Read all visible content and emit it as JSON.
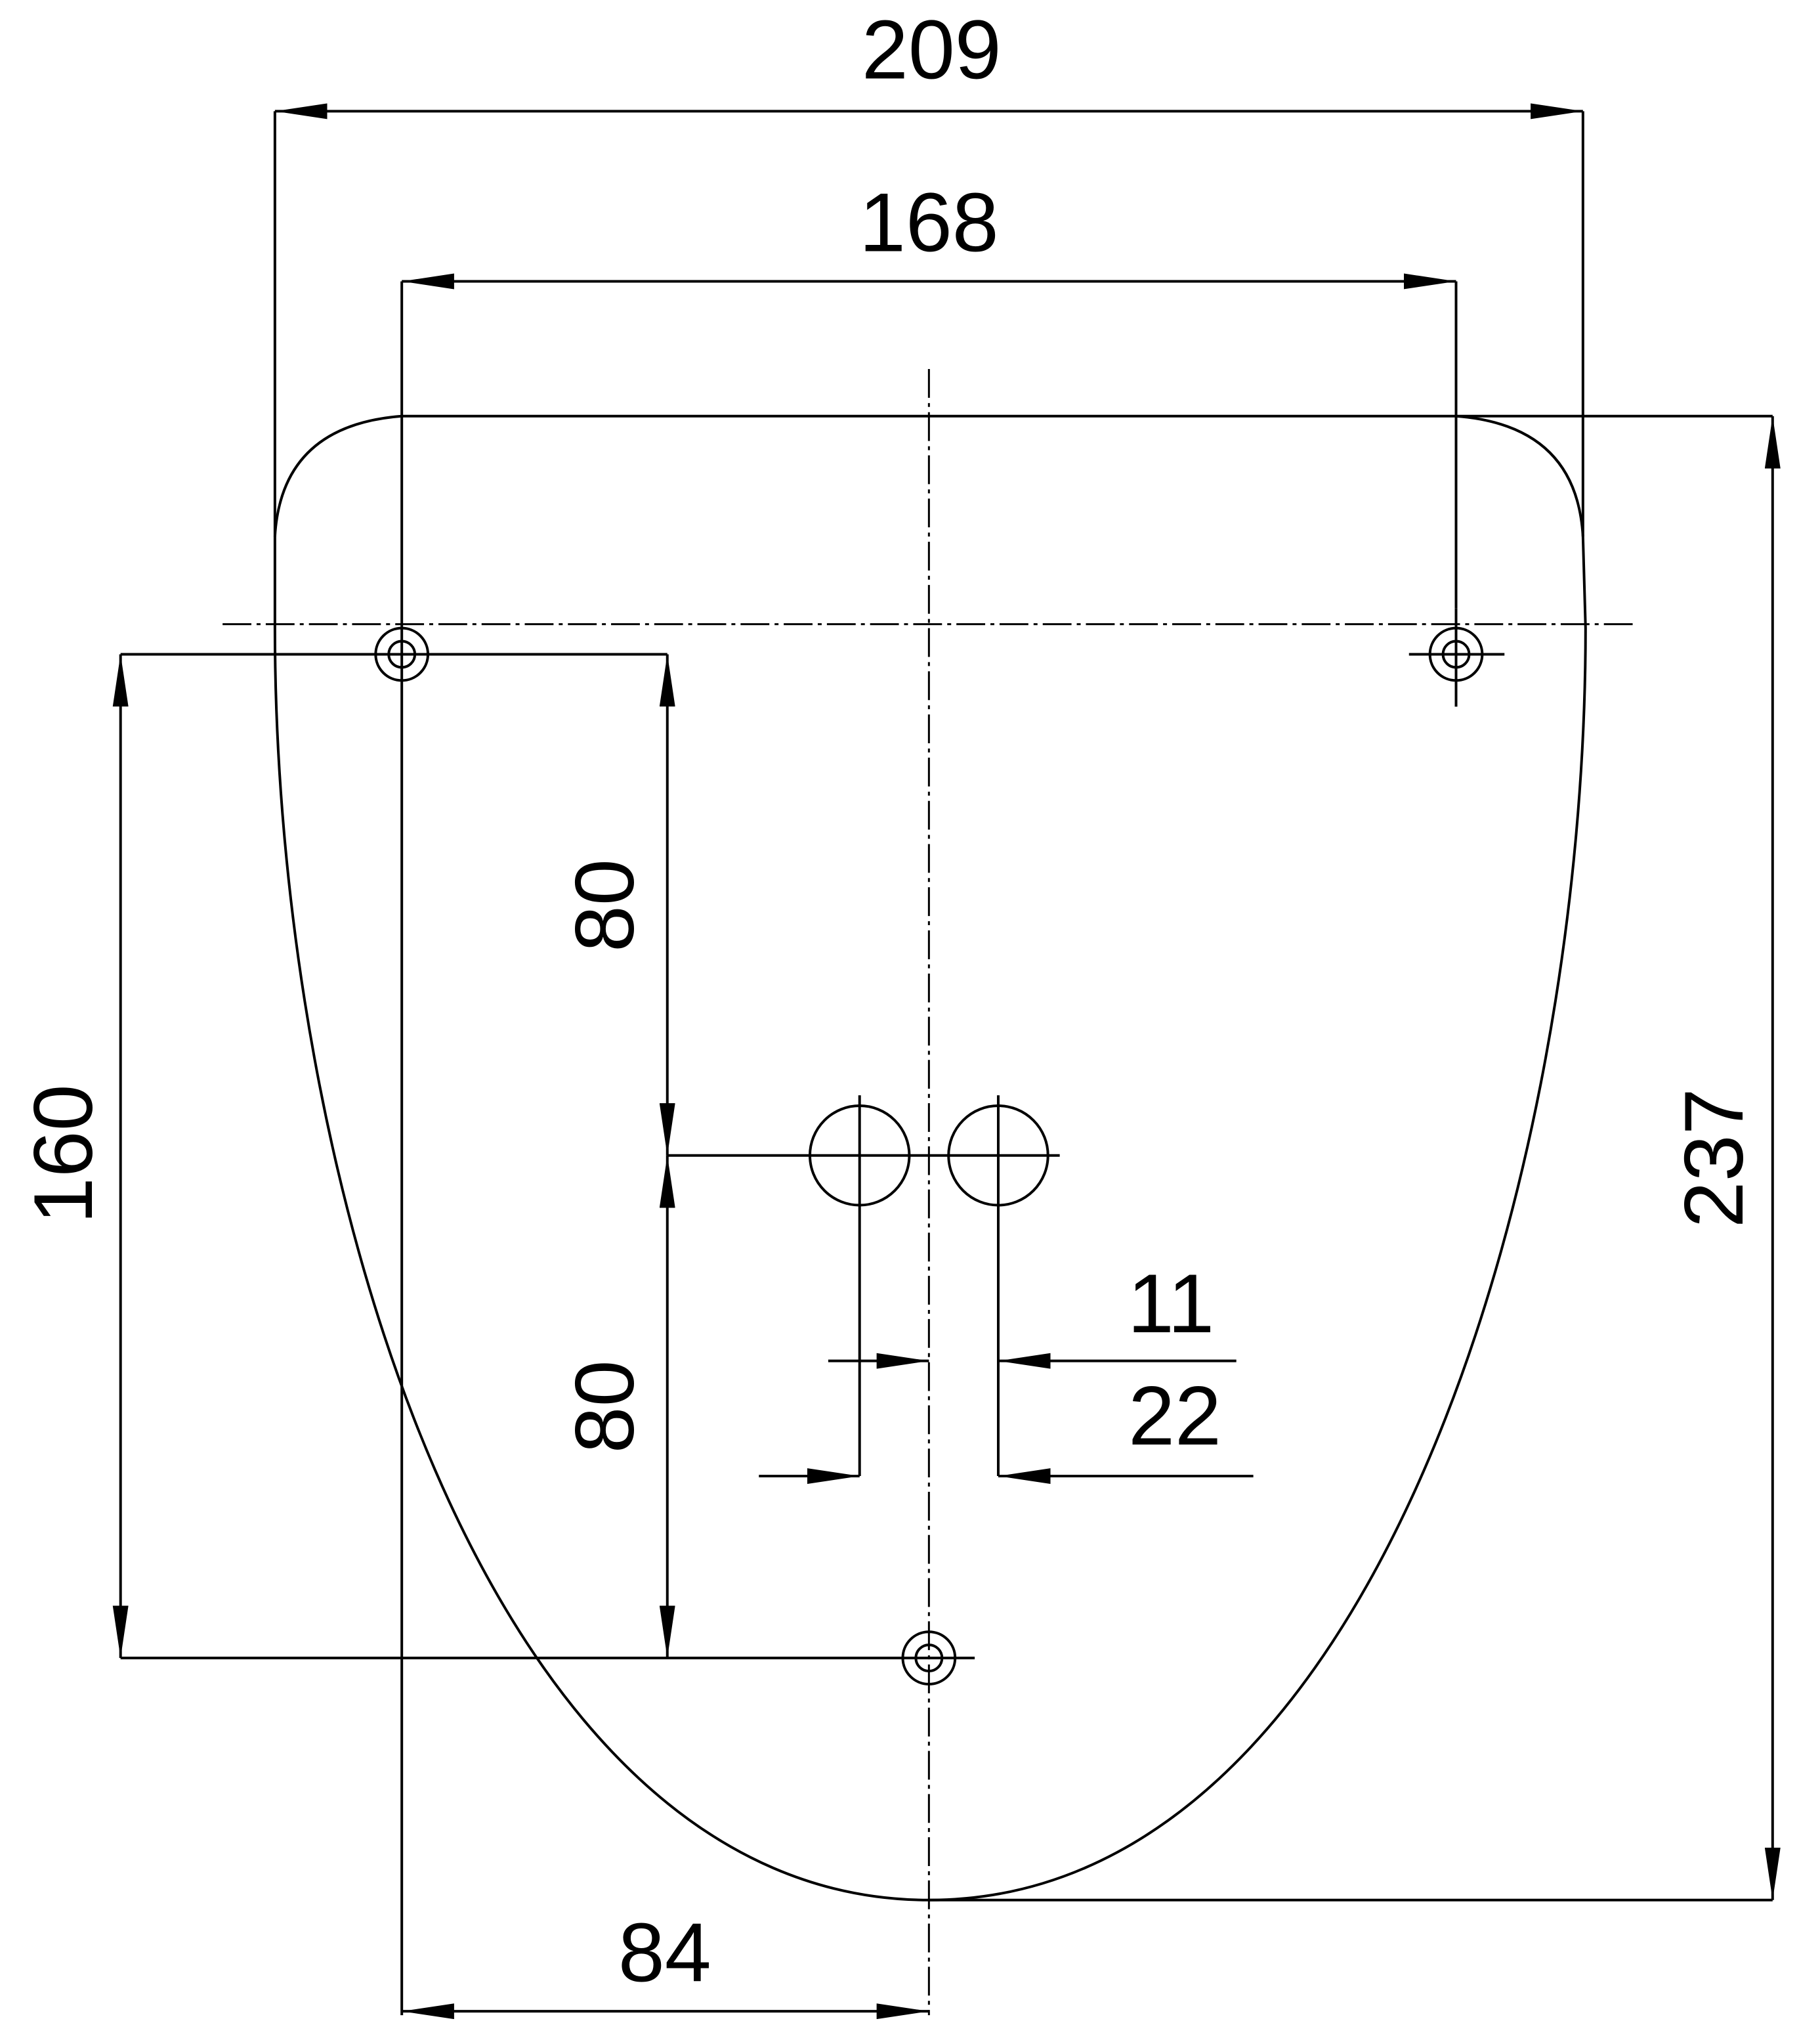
{
  "dimensions": {
    "overall_width": "209",
    "hole_spacing_width": "168",
    "overall_height": "237",
    "hole_vertical_spacing": "160",
    "upper_half_spacing": "80",
    "lower_half_spacing": "80",
    "small_offset": "11",
    "large_offset": "22",
    "edge_to_center": "84"
  }
}
